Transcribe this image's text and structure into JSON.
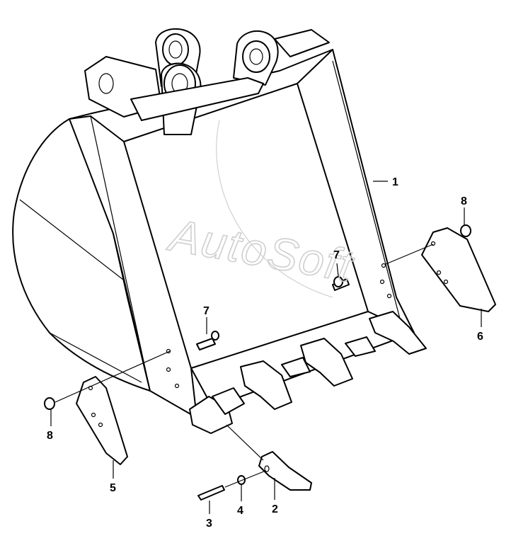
{
  "watermark": "AutoSoft",
  "callouts": [
    {
      "id": "c1",
      "label": "1"
    },
    {
      "id": "c2",
      "label": "2"
    },
    {
      "id": "c3",
      "label": "3"
    },
    {
      "id": "c4",
      "label": "4"
    },
    {
      "id": "c5",
      "label": "5"
    },
    {
      "id": "c6",
      "label": "6"
    },
    {
      "id": "c7a",
      "label": "7"
    },
    {
      "id": "c7b",
      "label": "7"
    },
    {
      "id": "c8a",
      "label": "8"
    },
    {
      "id": "c8b",
      "label": "8"
    }
  ]
}
